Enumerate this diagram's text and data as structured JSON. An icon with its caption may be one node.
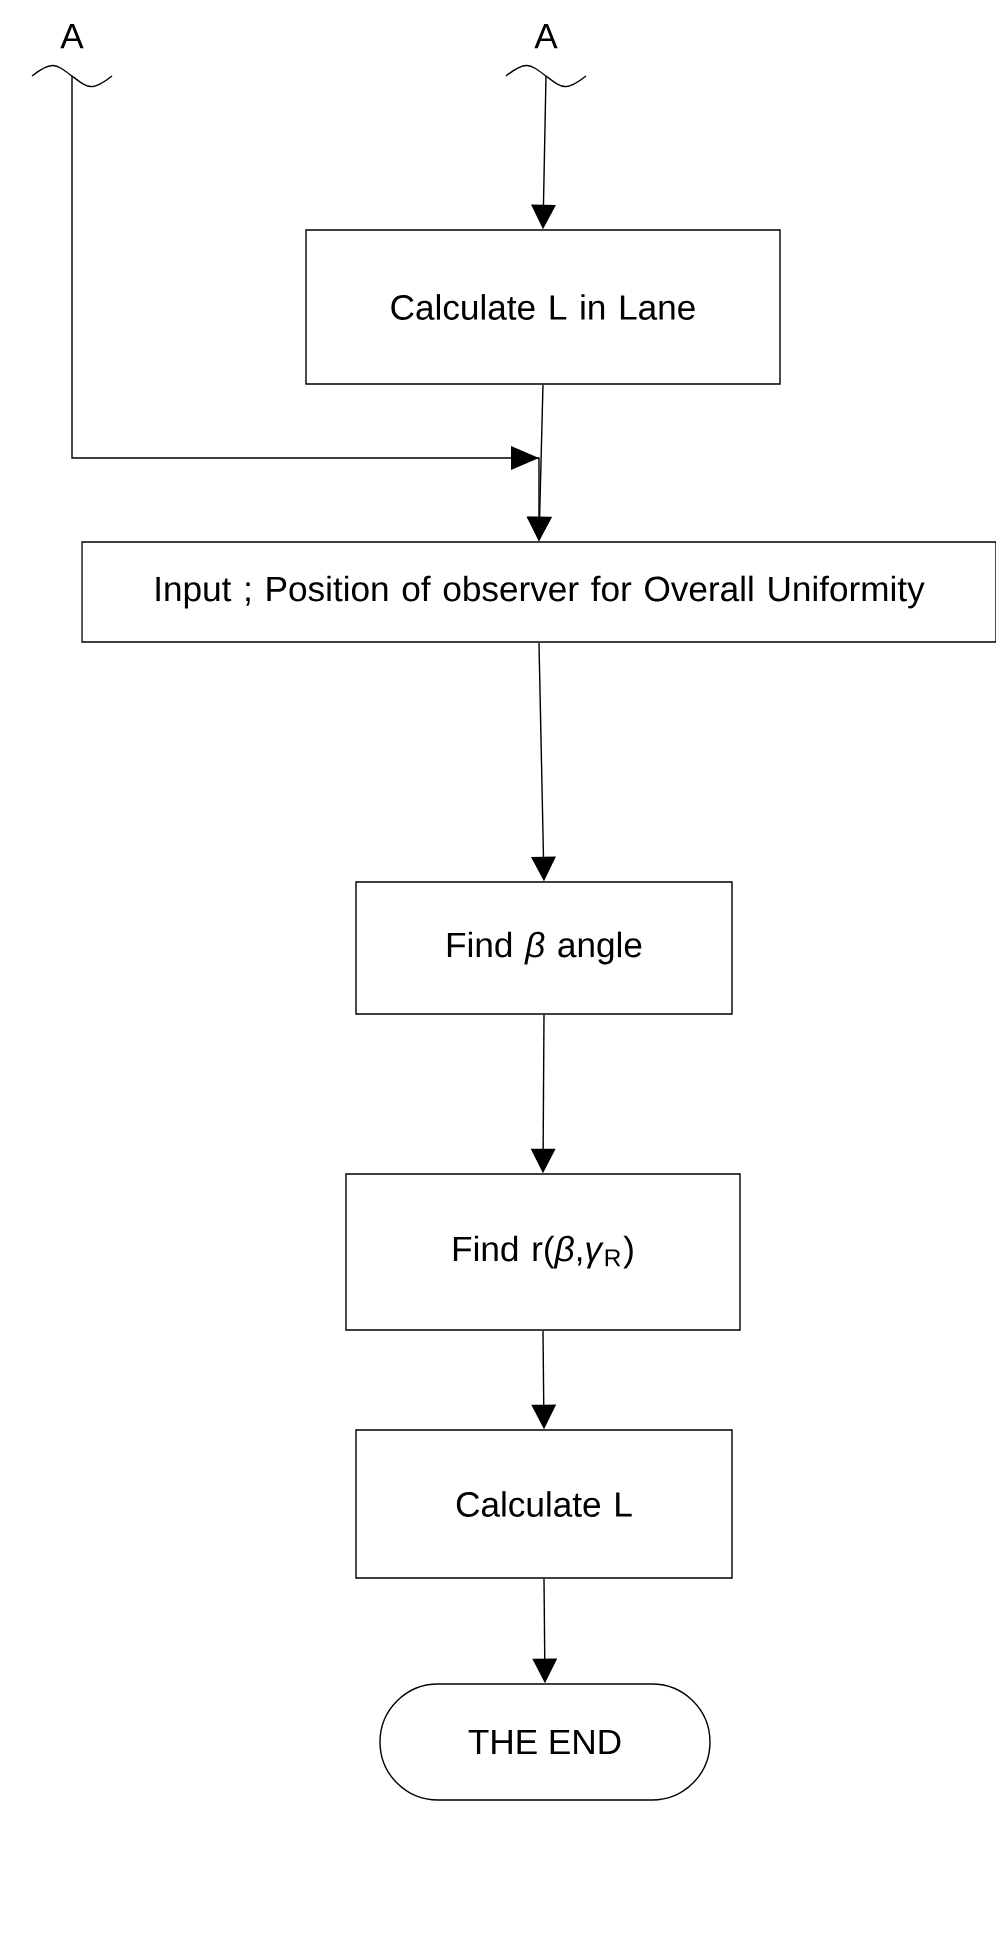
{
  "diagram": {
    "nodes": [
      {
        "text": [
          "A"
        ]
      },
      {
        "text": [
          "A"
        ]
      },
      {
        "text": [
          "Calculate  L in Lane"
        ]
      },
      {
        "text": [
          "Input ; Position  of observer for Overall Uniformity"
        ]
      },
      {
        "text": [
          "Find  *β*  angle"
        ]
      },
      {
        "text": [
          "Find    r(*β*,*γ*$_{R}$)"
        ]
      },
      {
        "text": [
          "Calculate L"
        ]
      },
      {
        "text": [
          "THE END"
        ]
      }
    ],
    "edges": [
      {
        "from": 1,
        "to": 2,
        "arrow": "to"
      },
      {
        "from": 0,
        "to": 3,
        "arrow": "to"
      },
      {
        "from": 2,
        "to": 3,
        "arrow": "to"
      },
      {
        "from": 3,
        "to": 4,
        "arrow": "to"
      },
      {
        "from": 4,
        "to": 5,
        "arrow": "to"
      },
      {
        "from": 5,
        "to": 6,
        "arrow": "to"
      },
      {
        "from": 6,
        "to": 7,
        "arrow": "to"
      }
    ]
  }
}
